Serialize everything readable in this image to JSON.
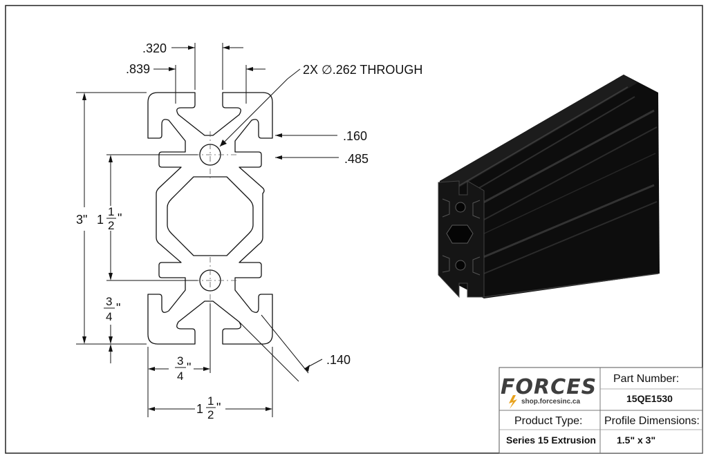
{
  "drawing": {
    "dimensions": {
      "slot_width": ".320",
      "slot_offset": ".839",
      "hole_note": "2X ∅.262 THROUGH",
      "lip": ".160",
      "hole_center": ".485",
      "wall": ".140",
      "overall_height": "3\"",
      "hole_spacing_whole": "1",
      "hole_spacing_num": "1",
      "hole_spacing_den": "2",
      "hole_spacing_unit": "\"",
      "half_height_num": "3",
      "half_height_den": "4",
      "half_height_unit": "\"",
      "half_width_num": "3",
      "half_width_den": "4",
      "half_width_unit": "\"",
      "width_whole": "1",
      "width_num": "1",
      "width_den": "2",
      "width_unit": "\""
    }
  },
  "title_block": {
    "logo_text": "FORCES",
    "logo_url": "shop.forcesinc.ca",
    "part_number_label": "Part Number:",
    "part_number_value": "15QE1530",
    "product_type_label": "Product Type:",
    "product_type_value": "Series 15 Extrusion",
    "profile_dimensions_label": "Profile Dimensions:",
    "profile_dimensions_value": "1.5\" x 3\""
  },
  "colors": {
    "line": "#111111",
    "extrusion": "#0d0d0d",
    "logo": "#3e3e3e",
    "lightning": "#e8a21c"
  }
}
